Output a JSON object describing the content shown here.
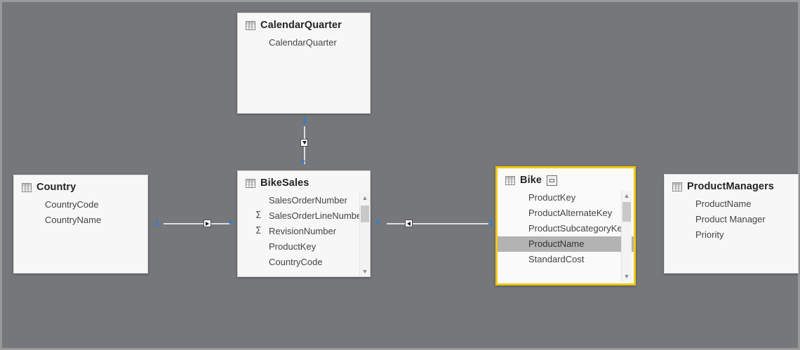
{
  "canvas": {
    "background": "#75777a",
    "border_color": "#9a9a9a",
    "selection_color": "#f2c811",
    "cardinality_color": "#2a7fd4"
  },
  "tables": [
    {
      "id": "calendarquarter",
      "name": "CalendarQuarter",
      "icon": "table-grid-icon",
      "selected": false,
      "has_scrollbar": false,
      "fields": [
        {
          "name": "CalendarQuarter",
          "aggregate": false,
          "selected": false
        }
      ]
    },
    {
      "id": "country",
      "name": "Country",
      "icon": "table-grid-icon",
      "selected": false,
      "has_scrollbar": false,
      "fields": [
        {
          "name": "CountryCode",
          "aggregate": false,
          "selected": false
        },
        {
          "name": "CountryName",
          "aggregate": false,
          "selected": false
        }
      ]
    },
    {
      "id": "bikesales",
      "name": "BikeSales",
      "icon": "table-grid-icon",
      "selected": false,
      "has_scrollbar": true,
      "fields": [
        {
          "name": "SalesOrderNumber",
          "aggregate": false,
          "selected": false
        },
        {
          "name": "SalesOrderLineNumber",
          "aggregate": true,
          "selected": false
        },
        {
          "name": "RevisionNumber",
          "aggregate": true,
          "selected": false
        },
        {
          "name": "ProductKey",
          "aggregate": false,
          "selected": false
        },
        {
          "name": "CountryCode",
          "aggregate": false,
          "selected": false
        }
      ]
    },
    {
      "id": "bike",
      "name": "Bike",
      "icon": "table-grid-icon",
      "header_action_icon": "focus-mode-icon",
      "selected": true,
      "has_scrollbar": true,
      "fields": [
        {
          "name": "ProductKey",
          "aggregate": false,
          "selected": false
        },
        {
          "name": "ProductAlternateKey",
          "aggregate": false,
          "selected": false
        },
        {
          "name": "ProductSubcategoryKey",
          "aggregate": false,
          "selected": false
        },
        {
          "name": "ProductName",
          "aggregate": false,
          "selected": true
        },
        {
          "name": "StandardCost",
          "aggregate": false,
          "selected": false
        }
      ]
    },
    {
      "id": "productmanagers",
      "name": "ProductManagers",
      "icon": "table-grid-icon",
      "selected": false,
      "has_scrollbar": false,
      "fields": [
        {
          "name": "ProductName",
          "aggregate": false,
          "selected": false
        },
        {
          "name": "Product Manager",
          "aggregate": false,
          "selected": false
        },
        {
          "name": "Priority",
          "aggregate": false,
          "selected": false
        }
      ]
    }
  ],
  "relationships": [
    {
      "id": "country-bikesales",
      "from_table": "Country",
      "to_table": "BikeSales",
      "from_cardinality": "1",
      "to_cardinality": "*",
      "filter_direction": "right",
      "orientation": "horizontal"
    },
    {
      "id": "calendarquarter-bikesales",
      "from_table": "CalendarQuarter",
      "to_table": "BikeSales",
      "from_cardinality": "1",
      "to_cardinality": "*",
      "filter_direction": "down",
      "orientation": "vertical"
    },
    {
      "id": "bikesales-bike",
      "from_table": "BikeSales",
      "to_table": "Bike",
      "from_cardinality": "*",
      "to_cardinality": "1",
      "filter_direction": "left",
      "orientation": "horizontal"
    }
  ],
  "glyphs": {
    "aggregate_sigma": "Σ",
    "chevron_up": "▲",
    "chevron_down": "▼"
  }
}
